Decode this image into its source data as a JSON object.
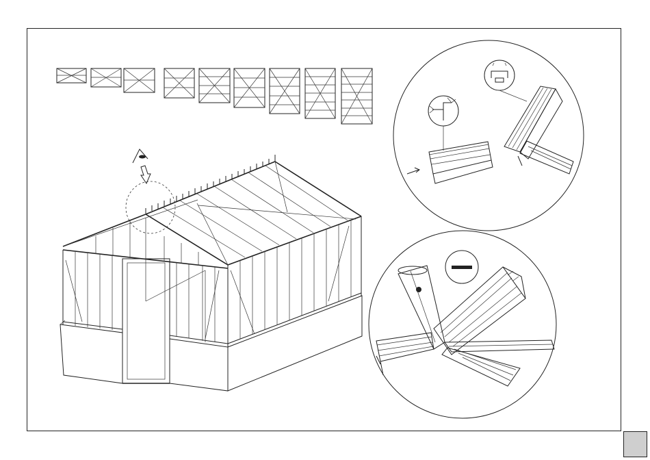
{
  "page": {
    "number": ""
  },
  "colors": {
    "line": "#222222",
    "tab_fill": "#cfcfcf",
    "background": "#ffffff"
  },
  "diagram": {
    "title": "",
    "model_size_icons": [
      {
        "cols": 1,
        "rows": 2
      },
      {
        "cols": 1,
        "rows": 2
      },
      {
        "cols": 1,
        "rows": 2
      },
      {
        "cols": 1,
        "rows": 3
      },
      {
        "cols": 1,
        "rows": 4
      },
      {
        "cols": 1,
        "rows": 4
      },
      {
        "cols": 1,
        "rows": 5
      },
      {
        "cols": 1,
        "rows": 6
      },
      {
        "cols": 1,
        "rows": 7
      }
    ],
    "icons": [
      "eye-view-icon",
      "arrow-down-icon",
      "minus-symbol-icon",
      "dot-marker-icon"
    ]
  }
}
